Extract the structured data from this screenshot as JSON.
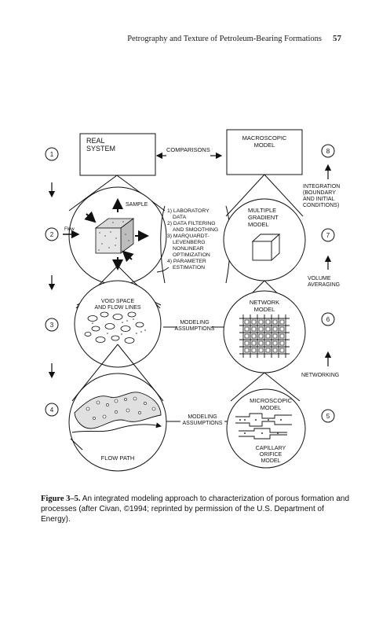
{
  "header": {
    "running_title": "Petrography and Texture of Petroleum-Bearing Formations",
    "page_number": "57"
  },
  "figure": {
    "real_system": [
      "REAL",
      "SYSTEM"
    ],
    "comparisons": "COMPARISONS",
    "macroscopic_model": [
      "MACROSCOPIC",
      "MODEL"
    ],
    "step_numbers": [
      "1",
      "2",
      "3",
      "4",
      "5",
      "6",
      "7",
      "8"
    ],
    "integration": [
      "INTEGRATION",
      "(BOUNDARY",
      "AND INITIAL",
      "CONDITIONS)"
    ],
    "sample": "SAMPLE",
    "flow": "Flow",
    "procedures": [
      "1) LABORATORY",
      "DATA",
      "2) DATA FILTERING",
      "AND SMOOTHING",
      "3) MARQUARDT-",
      "LEVENBERG",
      "NONLINEAR",
      "OPTIMIZATION",
      "4) PARAMETER",
      "ESTIMATION"
    ],
    "multiple_gradient_model": [
      "MULTIPLE",
      "GRADIENT",
      "MODEL"
    ],
    "volume_averaging": [
      "VOLUME",
      "AVERAGING"
    ],
    "void_space": [
      "VOID SPACE",
      "AND FLOW LINES"
    ],
    "modeling_assumptions_1": [
      "MODELING",
      "ASSUMPTIONS"
    ],
    "network_model": [
      "NETWORK",
      "MODEL"
    ],
    "networking": "NETWORKING",
    "modeling_assumptions_2": [
      "MODELING",
      "ASSUMPTIONS"
    ],
    "microscopic_model": [
      "MICROSCOPIC",
      "MODEL"
    ],
    "flow_path": "FLOW PATH",
    "capillary_orifice_model": [
      "CAPILLARY",
      "ORIFICE",
      "MODEL"
    ]
  },
  "caption": {
    "label": "Figure 3–5.",
    "text": "An integrated modeling approach to characterization of porous formation and processes (after Civan, ©1994; reprinted by permission of the U.S. Department of Energy)."
  }
}
